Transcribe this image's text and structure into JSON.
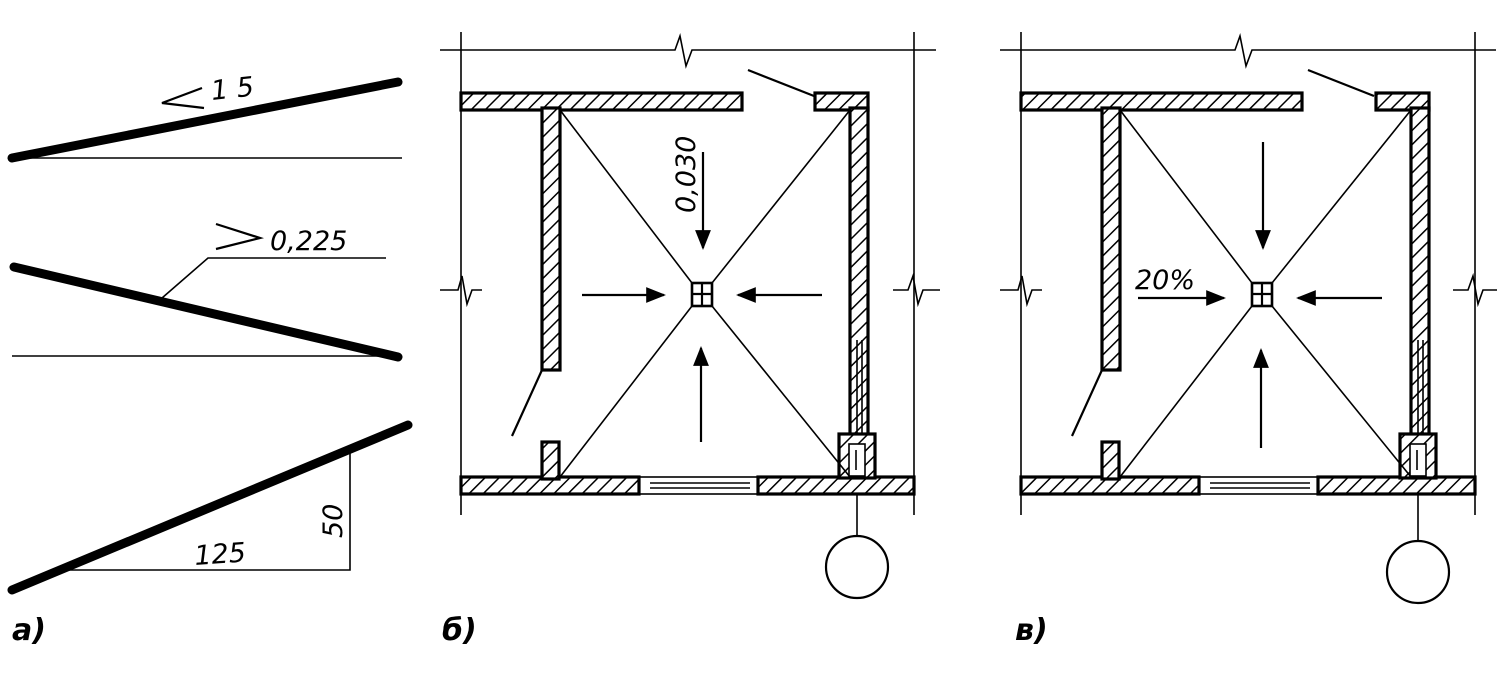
{
  "panels": {
    "a": {
      "label": "а)",
      "slope_ratio": "1 5",
      "slope_decimal": "0,225",
      "run": "125",
      "rise": "50"
    },
    "b": {
      "label": "б)",
      "slope_value": "0,030"
    },
    "c": {
      "label": "в)",
      "slope_value": "20%"
    }
  }
}
